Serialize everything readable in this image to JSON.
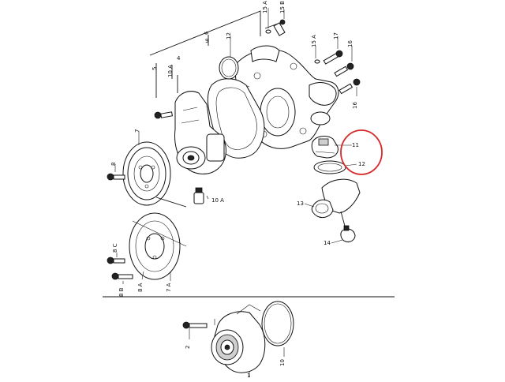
{
  "diagram": {
    "labels": {
      "p1": "1",
      "p2": "2",
      "p4": "4",
      "p5": "5",
      "p6": "6",
      "p7": "7",
      "p7a": "7 A",
      "p8_upper": "8",
      "p8a": "8 A",
      "p8b": "8 B",
      "p8c": "8 C",
      "p9": "9",
      "p10": "10",
      "p10a_upper": "10 A",
      "p10a_lower": "10 A",
      "p11": "11",
      "p12": "12",
      "p13": "13",
      "p14": "14",
      "p15a_top": "15 A",
      "p15b": "15 B",
      "p15a_right": "15 A",
      "p16_upper": "16",
      "p16_lower": "16",
      "p17": "17"
    },
    "highlight_color": "#d62828",
    "line_color": "#111111"
  }
}
